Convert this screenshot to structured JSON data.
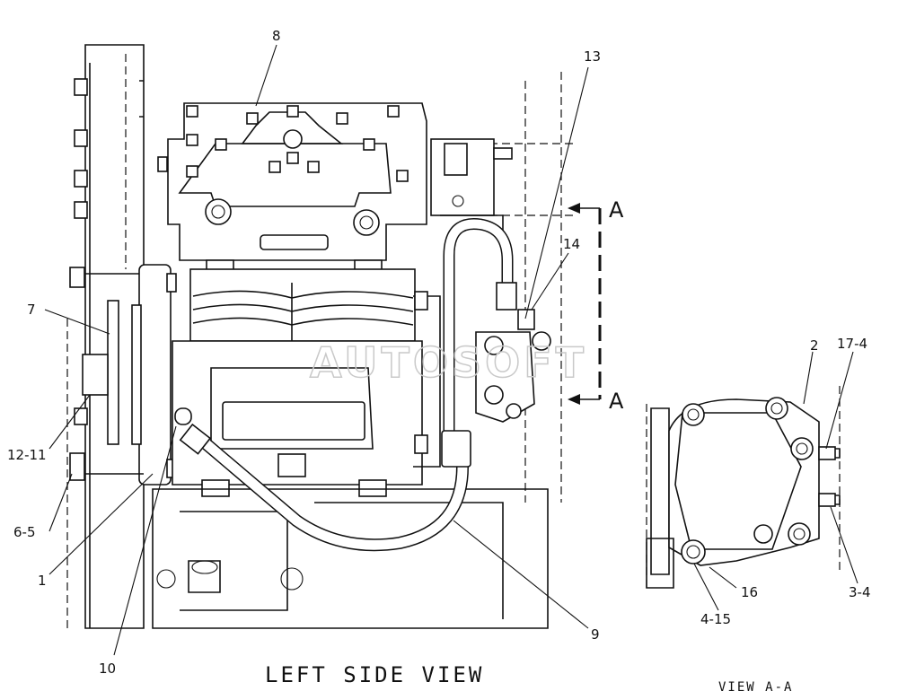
{
  "diagram": {
    "watermark": "AUTOSOFT",
    "main_view_caption": "LEFT SIDE VIEW",
    "detail_view_caption": "VIEW A-A",
    "section_marker": "A",
    "callouts": {
      "c8": "8",
      "c13": "13",
      "c14": "14",
      "c7": "7",
      "c12_11": "12-11",
      "c6_5": "6-5",
      "c1": "1",
      "c10": "10",
      "c9": "9",
      "c2": "2",
      "c17_4": "17-4",
      "c3_4": "3-4",
      "c16": "16",
      "c4_15": "4-15"
    }
  }
}
